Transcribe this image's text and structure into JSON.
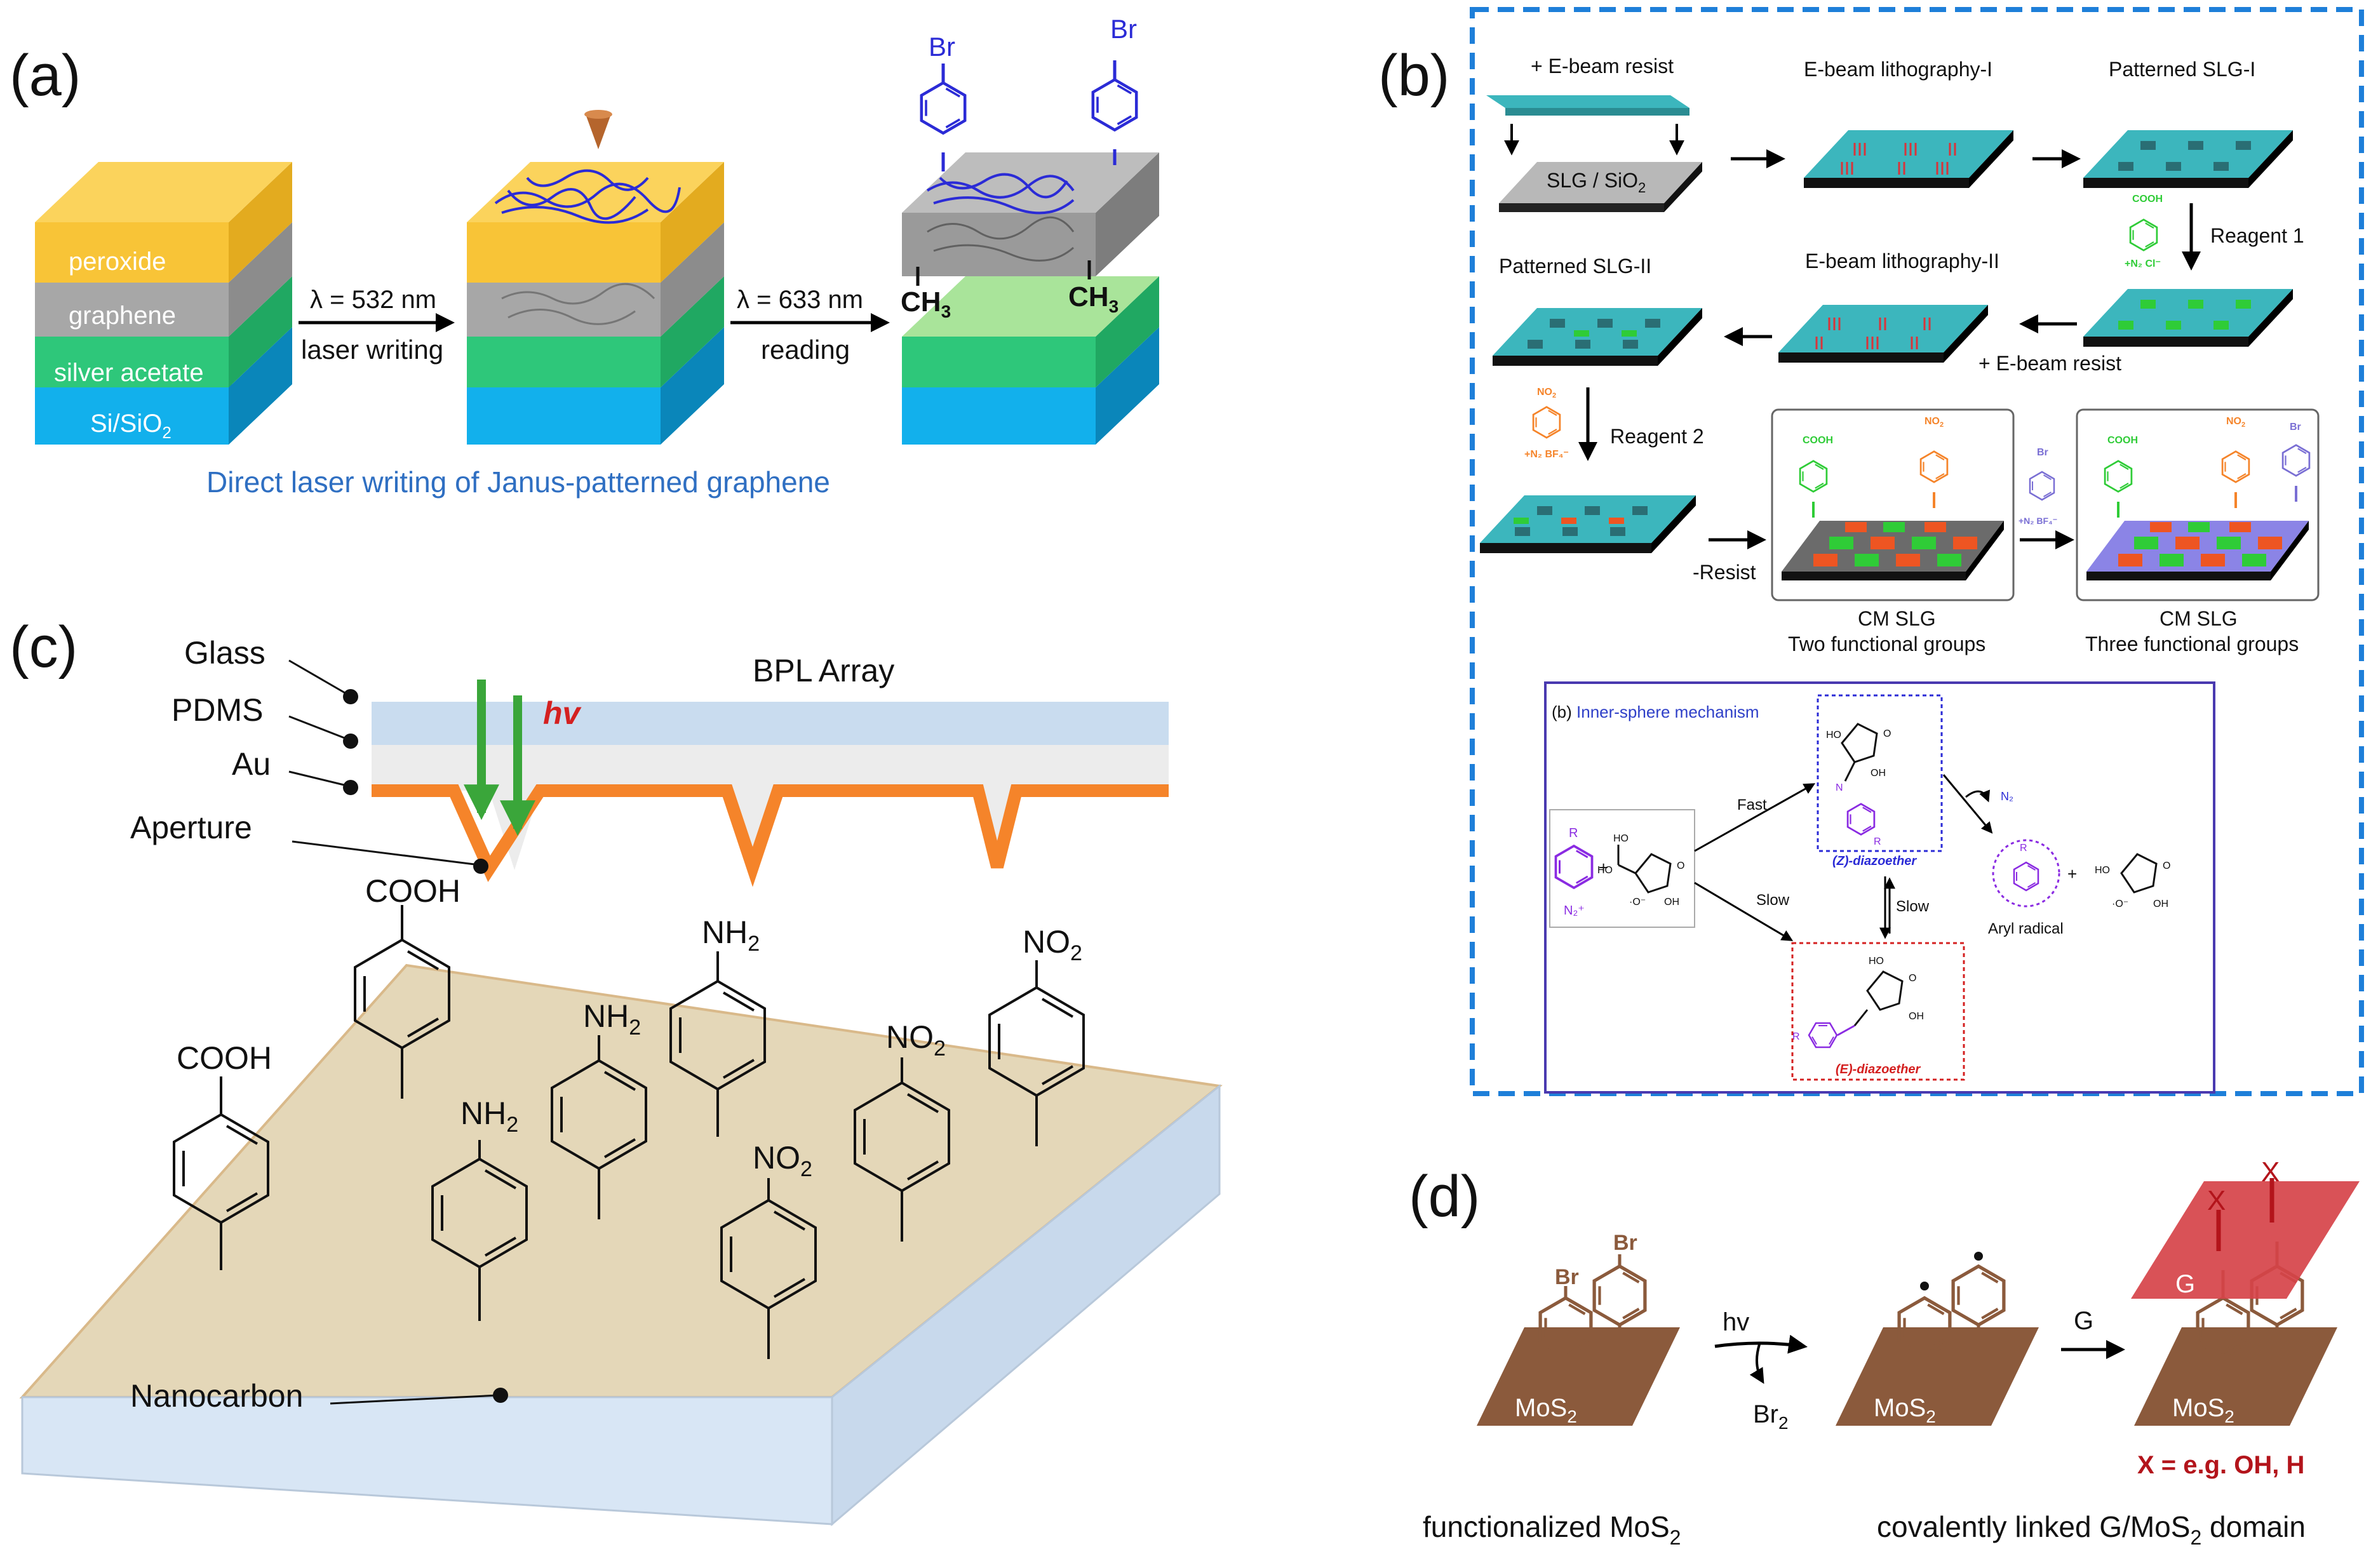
{
  "panel_a": {
    "label": "(a)",
    "layers": {
      "peroxide": "peroxide",
      "graphene": "graphene",
      "silver": "silver acetate",
      "substrate_main": "Si/SiO",
      "substrate_sub": "2"
    },
    "arrow1": {
      "lambda": "λ = 532 nm",
      "caption": "laser writing"
    },
    "arrow2": {
      "lambda": "λ = 633 nm",
      "caption": "reading"
    },
    "br": "Br",
    "ch3_main": "CH",
    "ch3_sub": "3",
    "caption": "Direct laser writing of Janus-patterned graphene"
  },
  "panel_b": {
    "label": "(b)",
    "resist_label": "+ E-beam resist",
    "slg_main": "SLG / SiO",
    "slg_sub": "2",
    "ebl1": "E-beam lithography-I",
    "pslg1": "Patterned SLG-I",
    "reagent1": "Reagent 1",
    "pslg2": "Patterned SLG-II",
    "ebl2": "E-beam lithography-II",
    "resist2": "+ E-beam resist",
    "reagent2": "Reagent 2",
    "minus_resist": "-Resist",
    "cm1_title": "CM SLG",
    "cm1_sub": "Two functional groups",
    "cm2_title": "CM SLG",
    "cm2_sub": "Three functional groups",
    "cooh": "COOH",
    "no2": "NO",
    "no2_sub": "2",
    "br": "Br",
    "diazonium_cl": "+N₂ Cl⁻",
    "diazonium_bf4": "+N₂ BF₄⁻",
    "mech": {
      "title_prefix": "(b)",
      "title": "Inner-sphere mechanism",
      "fast": "Fast",
      "slow1": "Slow",
      "slow2": "Slow",
      "z_label": "(Z)-diazoether",
      "e_label": "(E)-diazoether",
      "aryl": "Aryl radical",
      "n2": "N₂",
      "r": "R",
      "n2plus": "N₂⁺",
      "plus": "+",
      "ho": "HO",
      "oh": "OH",
      "o": "O",
      "ominus": "·O⁻",
      "n": "N"
    }
  },
  "panel_c": {
    "label": "(c)",
    "glass": "Glass",
    "pdms": "PDMS",
    "au": "Au",
    "aperture": "Aperture",
    "hv": "hv",
    "bpl": "BPL Array",
    "nanocarbon": "Nanocarbon",
    "cooh": "COOH",
    "nh2_main": "NH",
    "no2_main": "NO",
    "sub2": "2"
  },
  "panel_d": {
    "label": "(d)",
    "br": "Br",
    "mos2_main": "MoS",
    "mos2_sub": "2",
    "hv": "hv",
    "br2_main": "Br",
    "br2_sub": "2",
    "g": "G",
    "x": "X",
    "x_def": "X = e.g. OH, H",
    "left_caption_main": "functionalized MoS",
    "left_caption_sub": "2",
    "right_caption_main": "covalently linked G/MoS",
    "right_caption_sub": "2",
    "right_caption_tail": " domain"
  },
  "colors": {
    "peroxide": "#f8c437",
    "graphene": "#a7a7a7",
    "silver": "#2ec77a",
    "substrate": "#12b0ec",
    "blue_text": "#2f6fc2",
    "teal": "#3cb6bd",
    "dash_blue": "#1e7fd9",
    "green_sq": "#2fcc37",
    "red_sq": "#ee5522",
    "purple": "#7a6fd4",
    "orange": "#f5842a",
    "arrow_green": "#3aa63a",
    "hv_red": "#d42020",
    "brown": "#8b5a3c",
    "dark_red": "#b3141b"
  }
}
